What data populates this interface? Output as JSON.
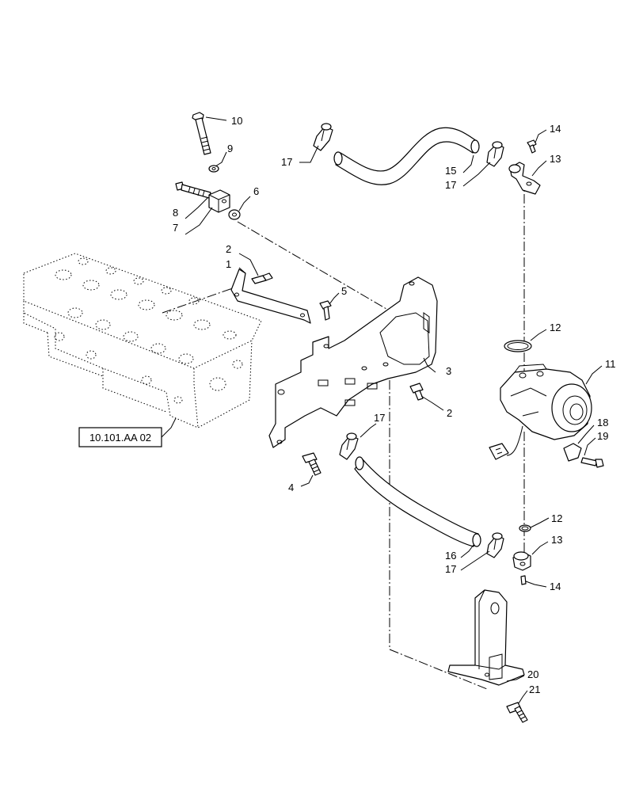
{
  "reference_box": {
    "label": "10.101.AA 02"
  },
  "callouts": [
    {
      "id": "c10",
      "text": "10"
    },
    {
      "id": "c9",
      "text": "9"
    },
    {
      "id": "c8",
      "text": "8"
    },
    {
      "id": "c7",
      "text": "7"
    },
    {
      "id": "c6",
      "text": "6"
    },
    {
      "id": "c17a",
      "text": "17"
    },
    {
      "id": "c15",
      "text": "15"
    },
    {
      "id": "c17b",
      "text": "17"
    },
    {
      "id": "c14a",
      "text": "14"
    },
    {
      "id": "c13a",
      "text": "13"
    },
    {
      "id": "c2a",
      "text": "2"
    },
    {
      "id": "c1",
      "text": "1"
    },
    {
      "id": "c5",
      "text": "5"
    },
    {
      "id": "c12a",
      "text": "12"
    },
    {
      "id": "c11",
      "text": "11"
    },
    {
      "id": "c3",
      "text": "3"
    },
    {
      "id": "c2b",
      "text": "2"
    },
    {
      "id": "c17c",
      "text": "17"
    },
    {
      "id": "c18",
      "text": "18"
    },
    {
      "id": "c19",
      "text": "19"
    },
    {
      "id": "c4",
      "text": "4"
    },
    {
      "id": "c12b",
      "text": "12"
    },
    {
      "id": "c13b",
      "text": "13"
    },
    {
      "id": "c16",
      "text": "16"
    },
    {
      "id": "c17d",
      "text": "17"
    },
    {
      "id": "c14b",
      "text": "14"
    },
    {
      "id": "c20",
      "text": "20"
    },
    {
      "id": "c21",
      "text": "21"
    }
  ]
}
